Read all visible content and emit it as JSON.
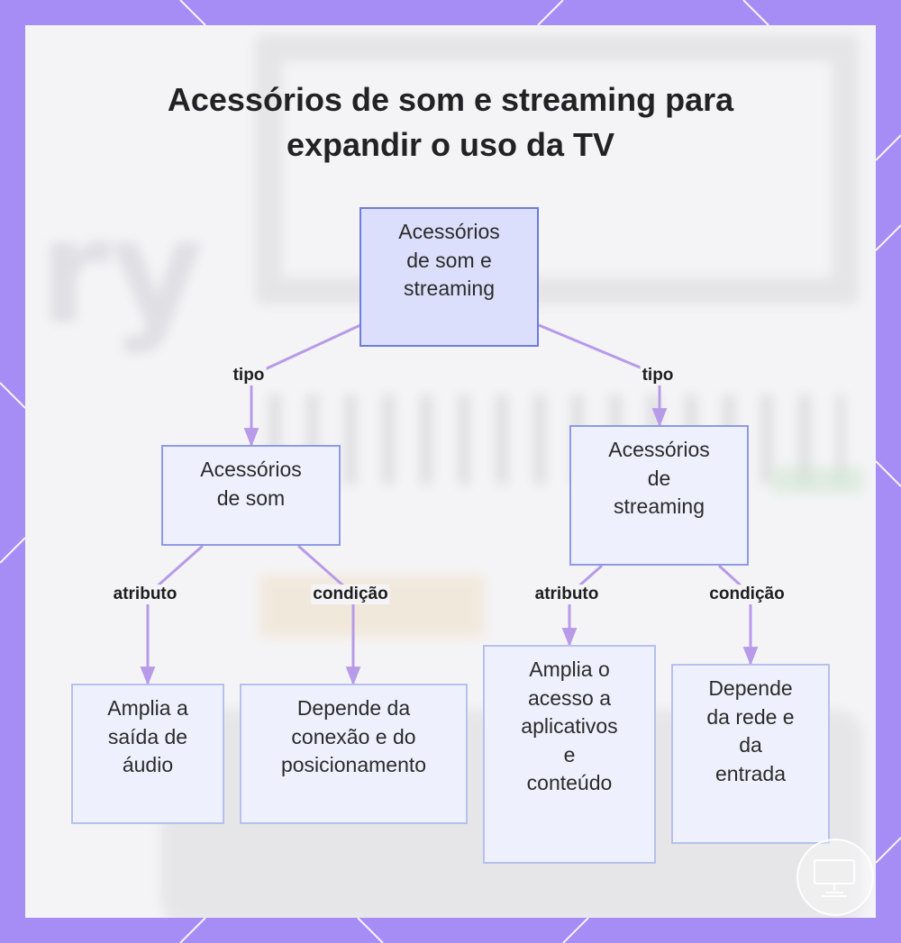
{
  "title": {
    "line1": "Acessórios de som e streaming para",
    "line2": "expandir o uso da TV"
  },
  "nodes": {
    "root": [
      "Acessórios",
      "de som e",
      "streaming"
    ],
    "sound": [
      "Acessórios",
      "de som"
    ],
    "streaming": [
      "Acessórios",
      "de",
      "streaming"
    ],
    "sound_attr": [
      "Amplia a",
      "saída de",
      "áudio"
    ],
    "sound_cond": [
      "Depende da",
      "conexão e do",
      "posicionamento"
    ],
    "stream_attr": [
      "Amplia o",
      "acesso a",
      "aplicativos",
      "e",
      "conteúdo"
    ],
    "stream_cond": [
      "Depende",
      "da rede e",
      "da",
      "entrada"
    ]
  },
  "edge_labels": {
    "root_sound": "tipo",
    "root_streaming": "tipo",
    "sound_attr": "atributo",
    "sound_cond": "condição",
    "stream_attr": "atributo",
    "stream_cond": "condição"
  },
  "colors": {
    "frame": "#a68cf5",
    "edge": "#b79ae8",
    "node_border": "#8e9ae6",
    "root_fill": "#dcdffb",
    "node_fill": "#eef0fd"
  },
  "icons": {
    "frame_corner_lines": "diagonal-lines",
    "badge": "tv-logo-icon"
  }
}
